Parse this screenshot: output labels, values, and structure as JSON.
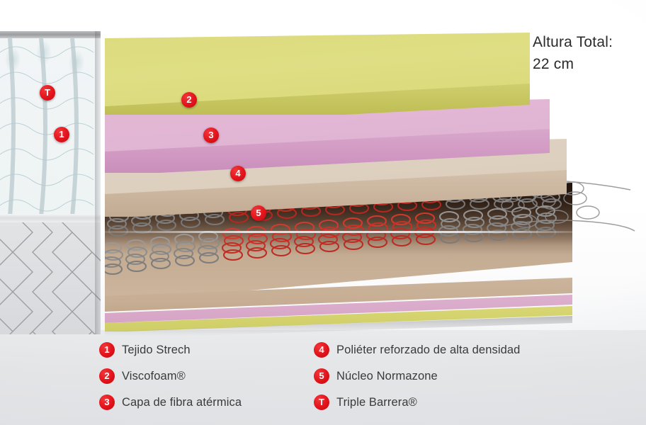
{
  "header": {
    "title_line1": "Altura Total:",
    "title_line2": "22 cm"
  },
  "colors": {
    "badge_red": "#e2121a",
    "layer_yellow": "#dcdb7e",
    "layer_pink": "#e1b6d4",
    "layer_tan": "#ded0bf",
    "core_tan": "#c4ac93",
    "spring_red": "#d72a22",
    "spring_gray": "#8c8c8c",
    "text": "#3a3a3a",
    "legend_bg": "#e5e6e8"
  },
  "diagram": {
    "callouts": [
      {
        "id": "T",
        "label": "T",
        "name": "callout-t-fabric"
      },
      {
        "id": "1",
        "label": "1",
        "name": "callout-1-fabric"
      },
      {
        "id": "2",
        "label": "2",
        "name": "callout-2-viscofoam"
      },
      {
        "id": "3",
        "label": "3",
        "name": "callout-3-fibra"
      },
      {
        "id": "4",
        "label": "4",
        "name": "callout-4-polieter"
      },
      {
        "id": "5",
        "label": "5",
        "name": "callout-5-nucleo"
      }
    ],
    "layers": [
      {
        "id": "2",
        "material": "Viscofoam®",
        "color": "#dcdb7e"
      },
      {
        "id": "3",
        "material": "Capa de fibra atérmica",
        "color": "#e1b6d4"
      },
      {
        "id": "4",
        "material": "Poliéter reforzado de alta densidad",
        "color": "#ded0bf"
      },
      {
        "id": "5",
        "material": "Núcleo Normazone",
        "color": "#c4ac93"
      }
    ]
  },
  "legend": {
    "column_left": [
      {
        "marker": "1",
        "label": "Tejido Strech"
      },
      {
        "marker": "2",
        "label": "Viscofoam®"
      },
      {
        "marker": "3",
        "label": "Capa de fibra atérmica"
      }
    ],
    "column_right": [
      {
        "marker": "4",
        "label": "Poliéter reforzado de alta densidad"
      },
      {
        "marker": "5",
        "label": "Núcleo Normazone"
      },
      {
        "marker": "T",
        "label": "Triple Barrera®"
      }
    ]
  }
}
